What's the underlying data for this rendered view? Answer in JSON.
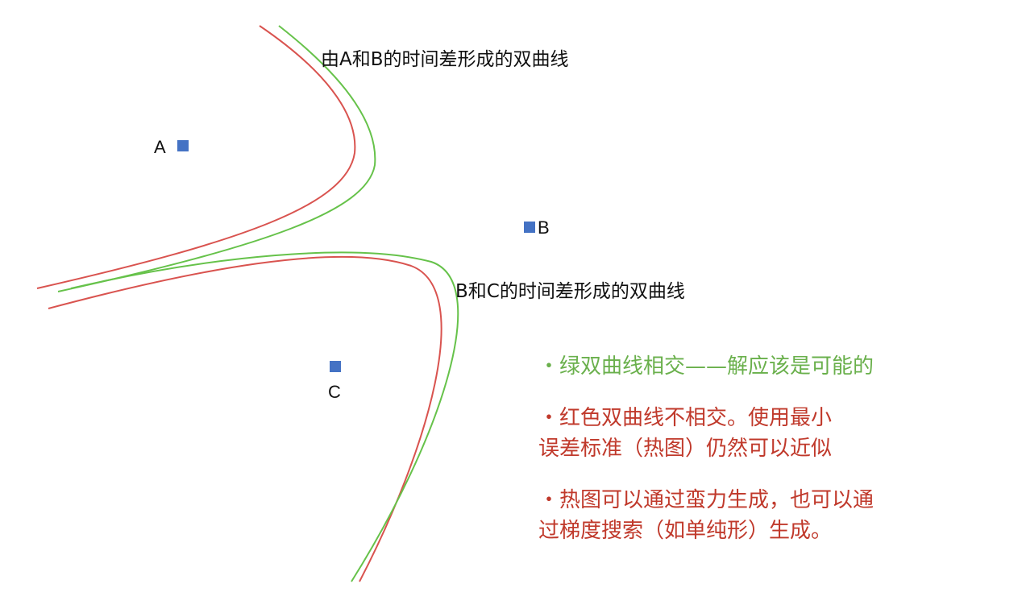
{
  "captions": {
    "ab": "由A和B的时间差形成的双曲线",
    "bc": "B和C的时间差形成的双曲线"
  },
  "points": {
    "a": "A",
    "b": "B",
    "c": "C"
  },
  "notes": [
    {
      "text": "・绿双曲线相交——解应该是可能的",
      "color": "#6ab04c"
    },
    {
      "text": "・红色双曲线不相交。使用最小\n误差标准（热图）仍然可以近似",
      "color": "#c0392b"
    },
    {
      "text": "・热图可以通过蛮力生成，也可以通\n过梯度搜索（如单纯形）生成。",
      "color": "#c0392b"
    }
  ],
  "colors": {
    "marker": "#4472c4",
    "green_curve": "#66c24a",
    "red_curve": "#d9534f"
  }
}
